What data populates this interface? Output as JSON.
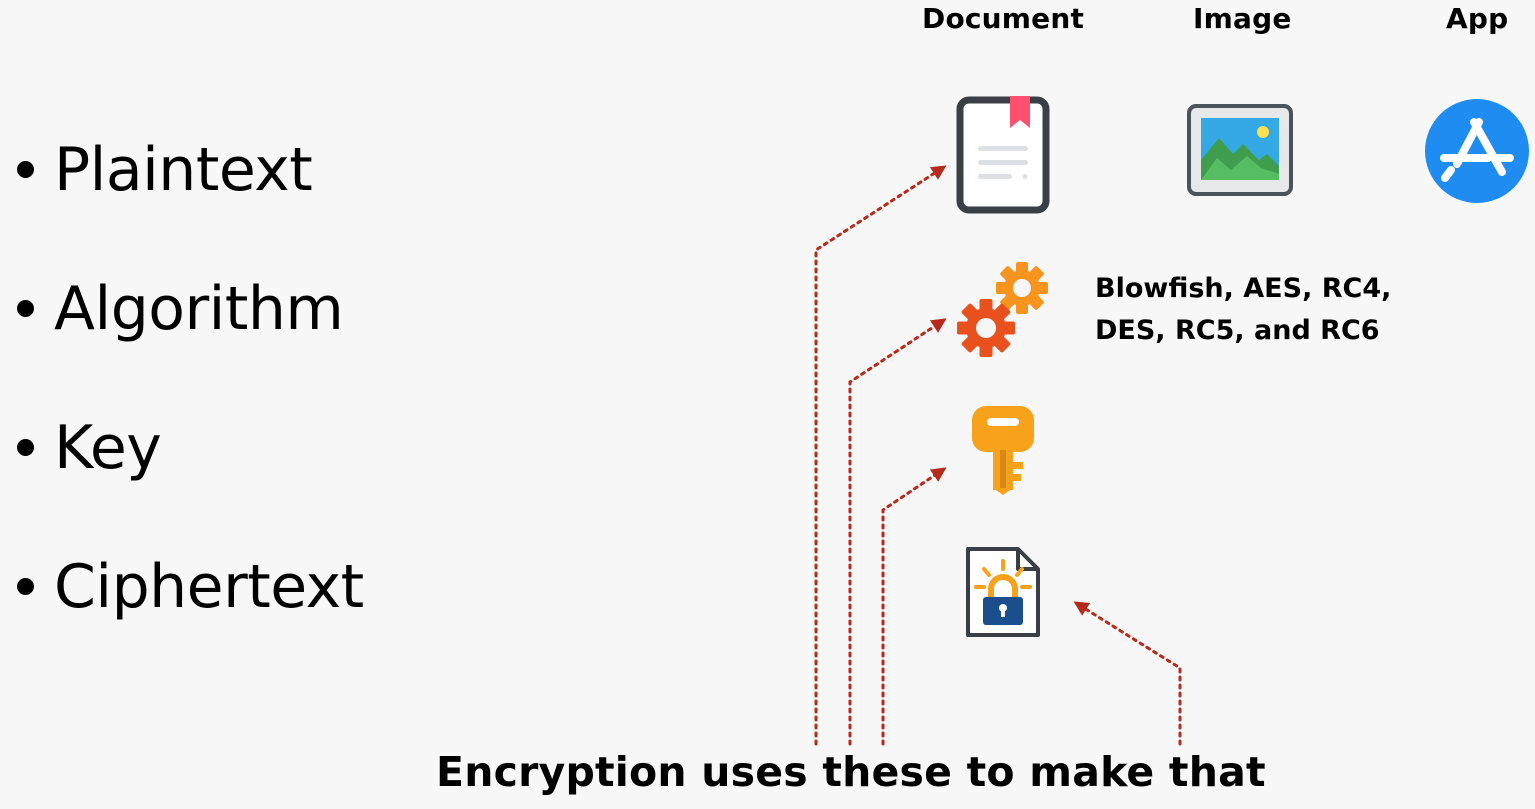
{
  "columns": {
    "document": "Document",
    "image": "Image",
    "app": "App"
  },
  "bullets": [
    "Plaintext",
    "Algorithm",
    "Key",
    "Ciphertext"
  ],
  "algorithms": {
    "line1": "Blowfish, AES, RC4,",
    "line2": "DES, RC5, and RC6"
  },
  "caption": "Encryption uses these to make that",
  "icons": {
    "document": "document-icon",
    "image": "image-icon",
    "app": "app-store-icon",
    "algorithm": "gears-icon",
    "key": "key-icon",
    "ciphertext": "locked-file-icon"
  },
  "colors": {
    "arrow": "#b52a1a",
    "app_blue": "#1e8cf0",
    "gear_orange": "#f7941d",
    "gear_red": "#e8501e",
    "key_orange": "#f7a21a",
    "bookmark_pink": "#ff4f6e",
    "lock_blue": "#1a4e8c"
  }
}
